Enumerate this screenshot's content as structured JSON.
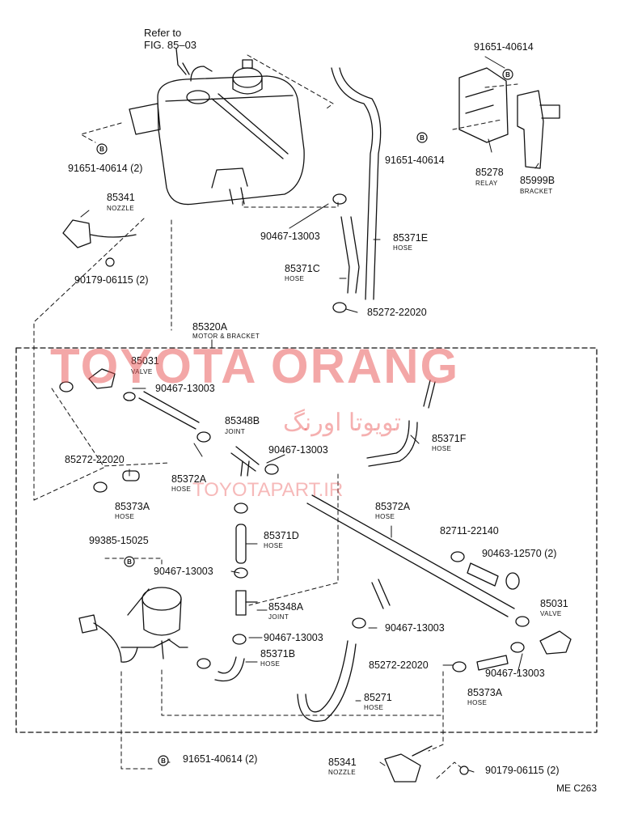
{
  "refer_note": {
    "line1": "Refer to",
    "line2": "FIG. 85–03"
  },
  "parts": {
    "bolt_top_right": "91651-40614",
    "bolt_relay_left": "91651-40614",
    "relay": {
      "number": "85278",
      "name": "RELAY"
    },
    "bracket": {
      "number": "85999B",
      "name": "BRACKET"
    },
    "bolt_tank": "91651-40614 (2)",
    "nozzle_upper": {
      "number": "85341",
      "name": "NOZZLE"
    },
    "clip_upper": "90467-13003",
    "hose_e": {
      "number": "85371E",
      "name": "HOSE"
    },
    "hose_c": {
      "number": "85371C",
      "name": "HOSE"
    },
    "nut_upper": "90179-06115 (2)",
    "clamp_upper": "85272-22020",
    "motor_bracket": {
      "number": "85320A",
      "name": "MOTOR & BRACKET"
    },
    "valve_left": {
      "number": "85031",
      "name": "VALVE"
    },
    "clip_valve_left": "90467-13003",
    "joint_b": {
      "number": "85348B",
      "name": "JOINT"
    },
    "hose_f": {
      "number": "85371F",
      "name": "HOSE"
    },
    "clip_joint_b": "90467-13003",
    "clamp_left": "85272-22020",
    "hose_a_left": {
      "number": "85372A",
      "name": "HOSE"
    },
    "hose_373a_left": {
      "number": "85373A",
      "name": "HOSE"
    },
    "hose_a_long": {
      "number": "85372A",
      "name": "HOSE"
    },
    "hose_d": {
      "number": "85371D",
      "name": "HOSE"
    },
    "bolt_motor": "99385-15025",
    "connector": "82711-22140",
    "clip_90463": "90463-12570 (2)",
    "clip_motor": "90467-13003",
    "joint_a": {
      "number": "85348A",
      "name": "JOINT"
    },
    "valve_right": {
      "number": "85031",
      "name": "VALVE"
    },
    "clip_joint_a": "90467-13003",
    "clip_mid_right": "90467-13003",
    "hose_b": {
      "number": "85371B",
      "name": "HOSE"
    },
    "clamp_right": "85272-22020",
    "clip_right": "90467-13003",
    "hose_373a_right": {
      "number": "85373A",
      "name": "HOSE"
    },
    "hose_85271": {
      "number": "85271",
      "name": "HOSE"
    },
    "bolt_bottom": "91651-40614 (2)",
    "nozzle_lower": {
      "number": "85341",
      "name": "NOZZLE"
    },
    "nut_lower": "90179-06115 (2)"
  },
  "bolt_marker": "B",
  "watermark": {
    "main": "TOYOTA ORANG",
    "farsi": "تویوتا اورنگ",
    "url": "TOYOTAPART.IR"
  },
  "figure_code": "ME C263"
}
